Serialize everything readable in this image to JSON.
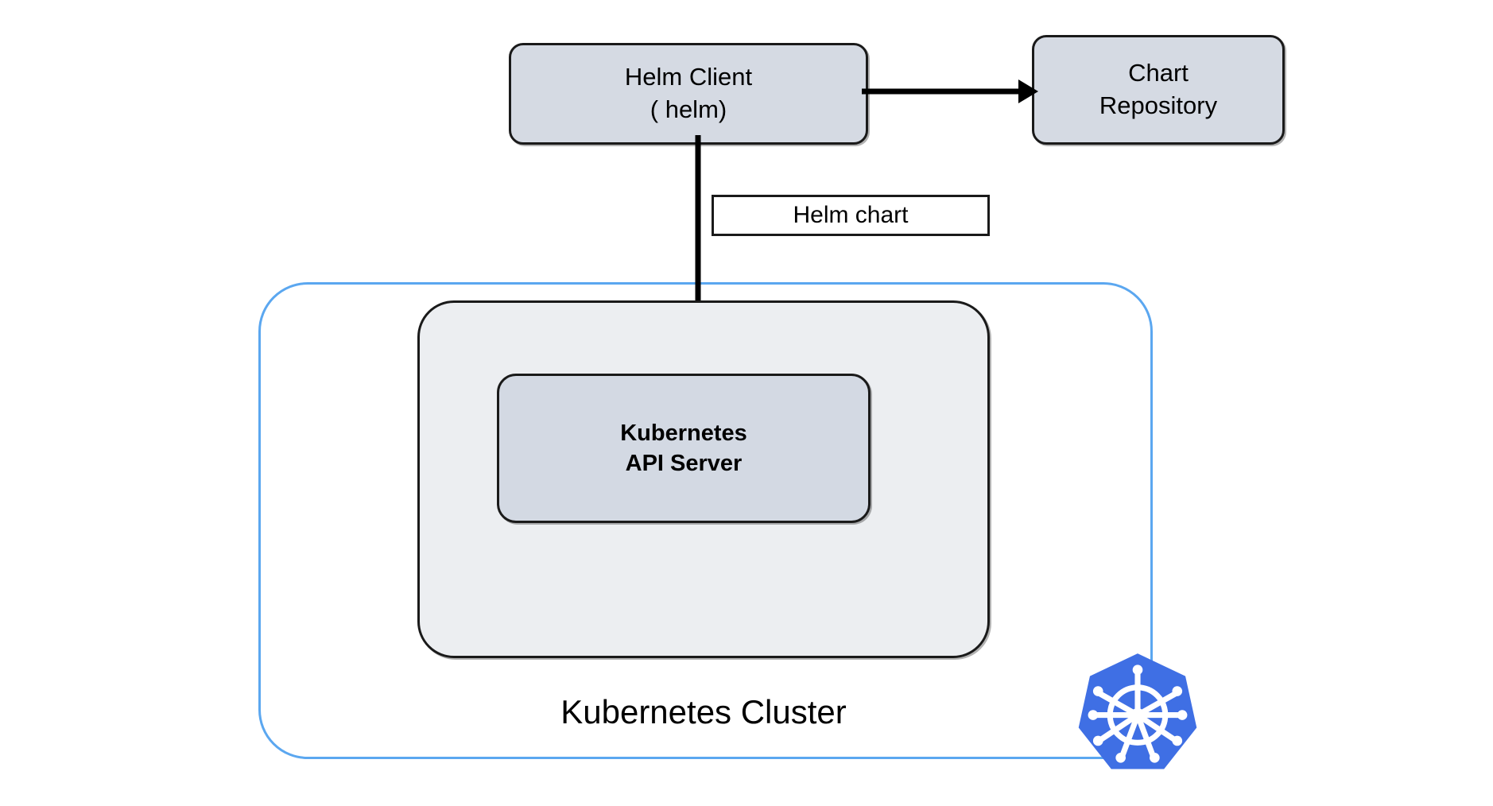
{
  "diagram": {
    "title": "Helm and Kubernetes Cluster architecture",
    "colors": {
      "box_fill": "#D5DAE3",
      "node_fill": "#ECEEF1",
      "api_server_fill": "#D3D9E3",
      "box_border": "#1a1a1a",
      "cluster_border": "#5BA7F0",
      "kubernetes_blue": "#3F6FE4",
      "logo_white": "#FFFFFF",
      "background": "#FFFFFF"
    },
    "nodes": {
      "helm_client": {
        "line1": "Helm Client",
        "line2": "( helm)"
      },
      "chart_repository": {
        "line1": "Chart",
        "line2": "Repository"
      },
      "api_server": {
        "line1": "Kubernetes",
        "line2": "API Server"
      },
      "helm_chart_label": "Helm chart",
      "cluster_caption": "Kubernetes Cluster"
    },
    "edges": [
      {
        "id": "helm-client-to-chart-repository",
        "from": "Helm Client ( helm)",
        "to": "Chart Repository",
        "direction": "right",
        "label": "",
        "arrowhead": "filled-triangle"
      },
      {
        "id": "helm-client-to-api-server",
        "from": "Helm Client ( helm)",
        "to": "Kubernetes API Server",
        "direction": "down",
        "label": "Helm chart",
        "arrowhead": "filled-triangle"
      }
    ],
    "icons": {
      "kubernetes_logo": "kubernetes-helm-wheel-icon"
    }
  }
}
